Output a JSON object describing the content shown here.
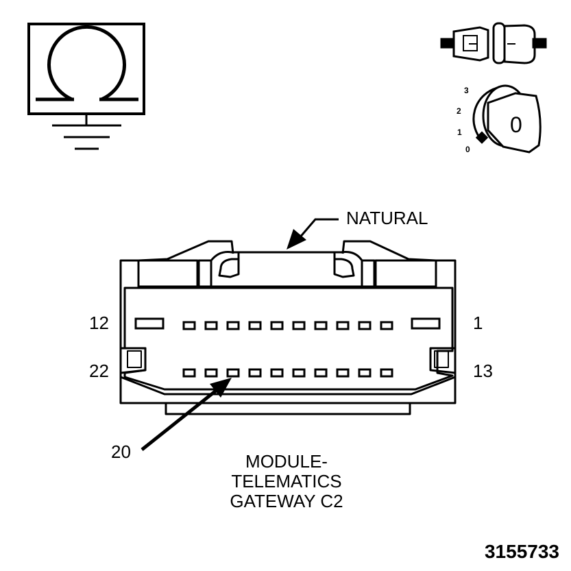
{
  "icons": {
    "ohmmeter": "ohmmeter-ground-icon",
    "connector": "disconnected-connector-icon",
    "ignition": "ignition-key-off-icon"
  },
  "ignition": {
    "positions": [
      "3",
      "2",
      "1",
      "0"
    ],
    "key_label": "0"
  },
  "connector": {
    "color_label": "NATURAL",
    "pin_labels": {
      "top_left": "12",
      "top_right": "1",
      "bottom_left": "22",
      "bottom_right": "13",
      "callout": "20"
    },
    "title_lines": [
      "MODULE-",
      "TELEMATICS",
      "GATEWAY C2"
    ],
    "top_row_pins": 10,
    "bottom_row_pins": 10
  },
  "figure_number": "3155733",
  "colors": {
    "ink": "#000000",
    "paper": "#ffffff"
  }
}
